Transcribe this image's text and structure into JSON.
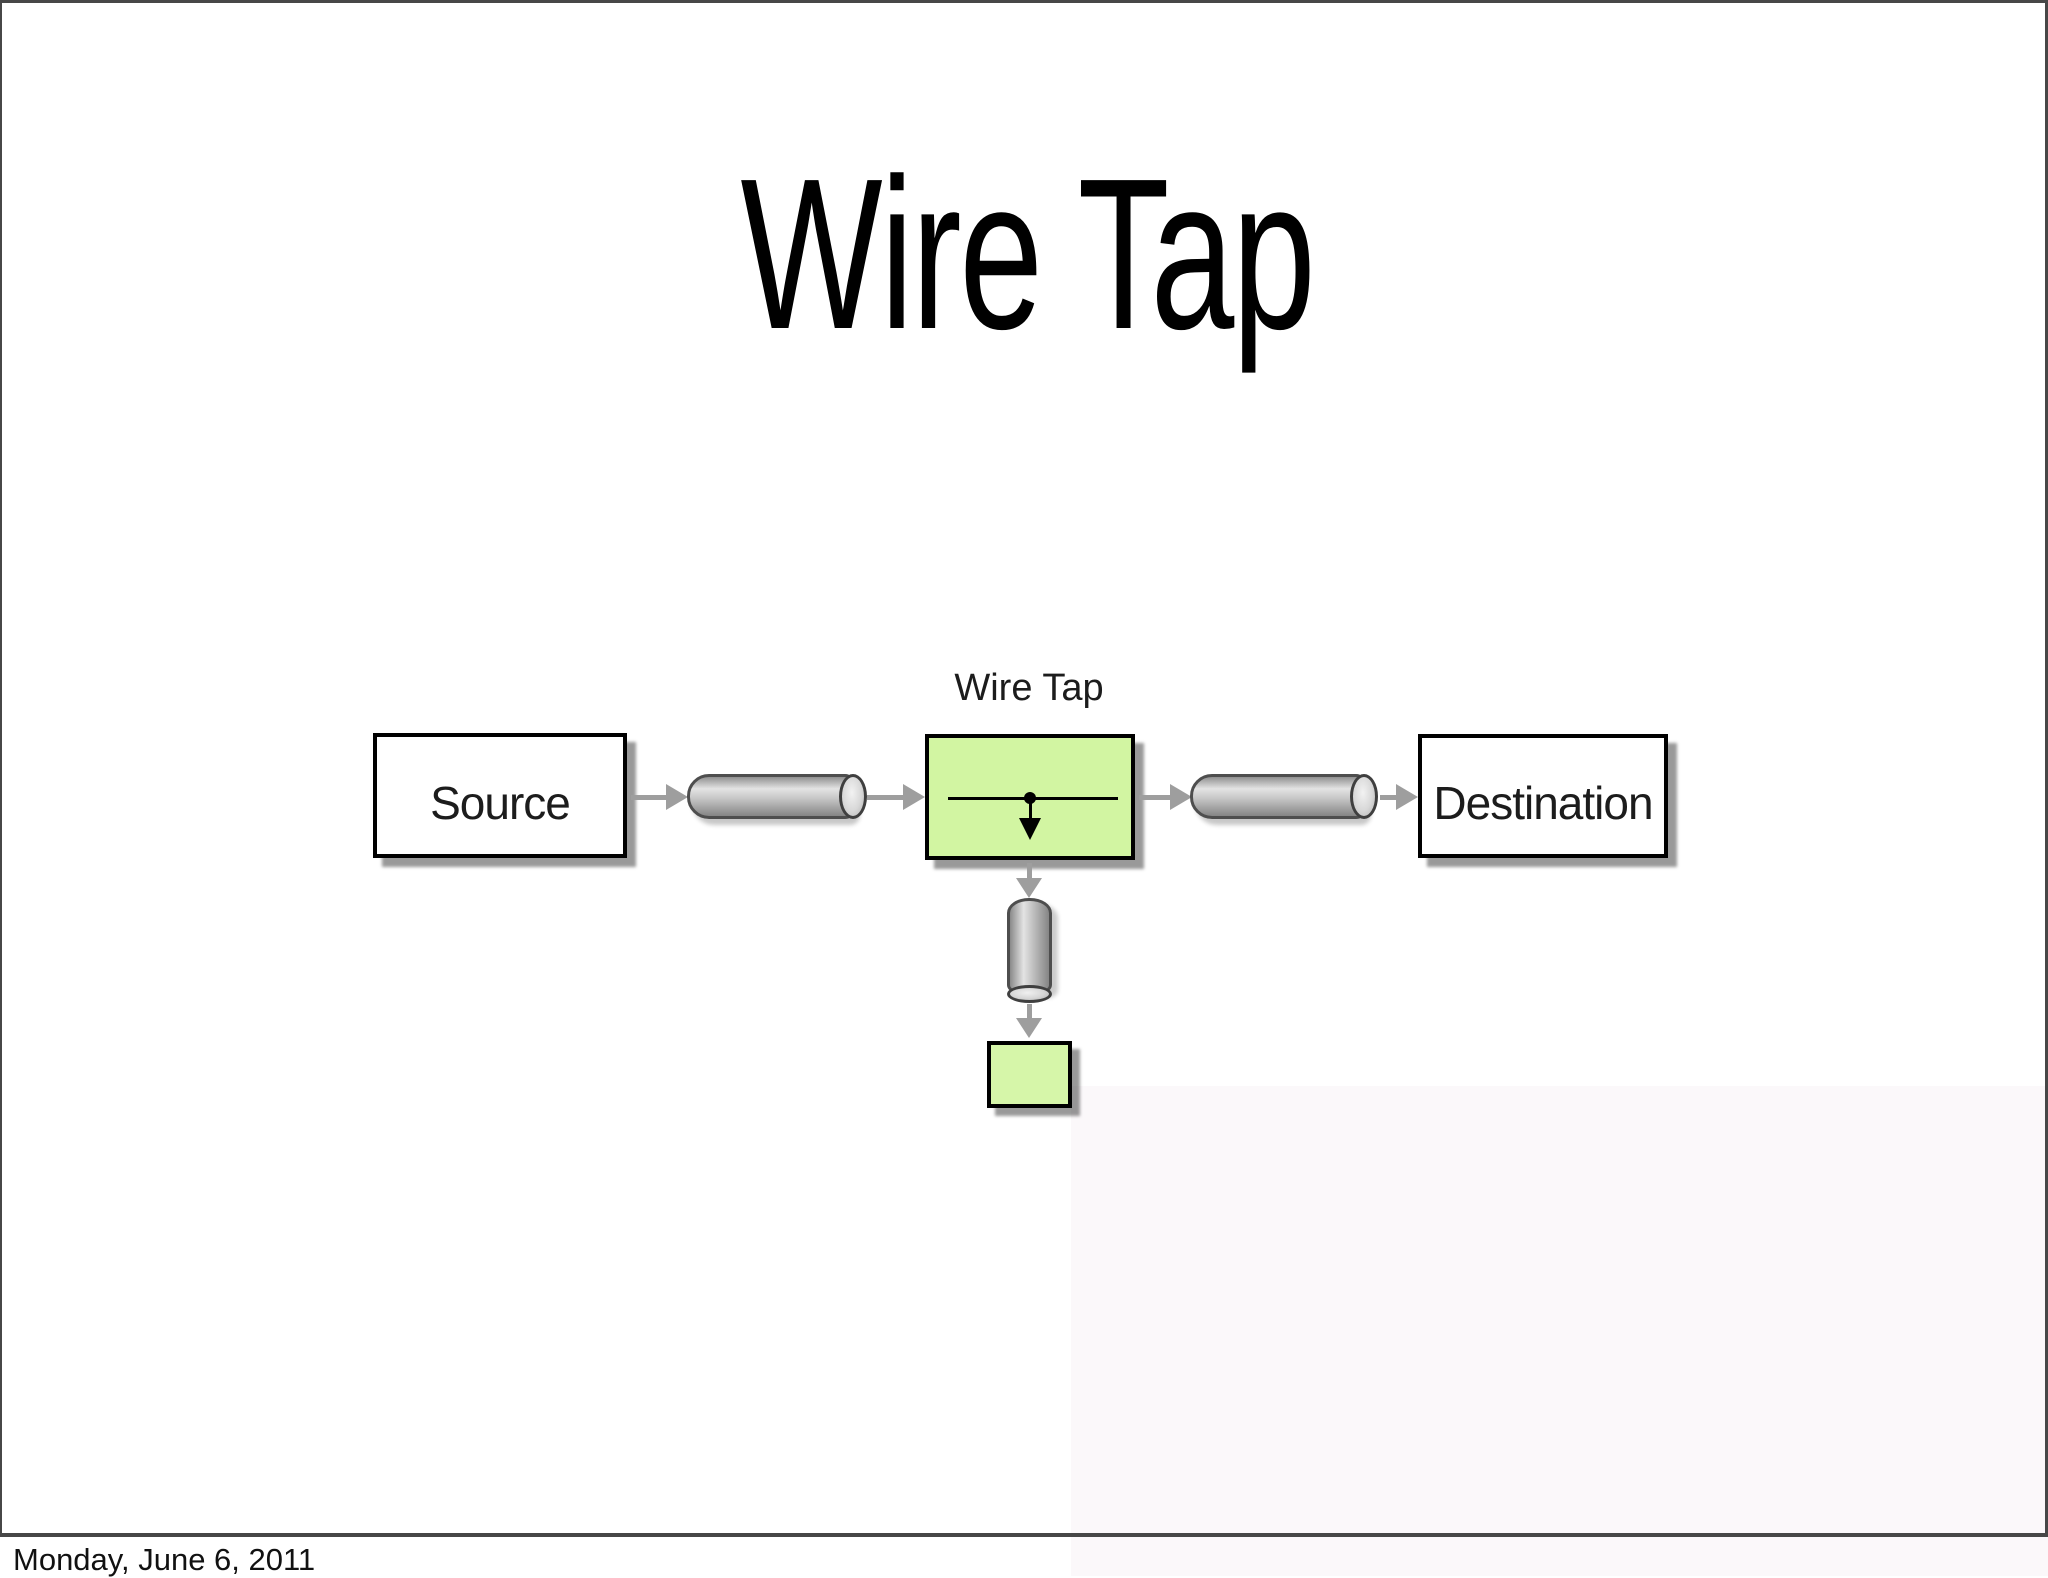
{
  "slide": {
    "title": "Wire Tap",
    "date_footer": "Monday, June 6, 2011",
    "border_color": "#474747"
  },
  "diagram": {
    "pattern_label": "Wire Tap",
    "nodes": {
      "source": "Source",
      "destination": "Destination"
    },
    "colors": {
      "wiretap_fill": "#d2f5a2",
      "output_fill": "#d6f6a9",
      "pipe_light": "#e3e3e3",
      "pipe_dark": "#868686",
      "pipe_outline": "#4e4e4e",
      "arrow": "#9e9e9e",
      "node_border": "#000000",
      "text": "#1c1c1c"
    }
  }
}
